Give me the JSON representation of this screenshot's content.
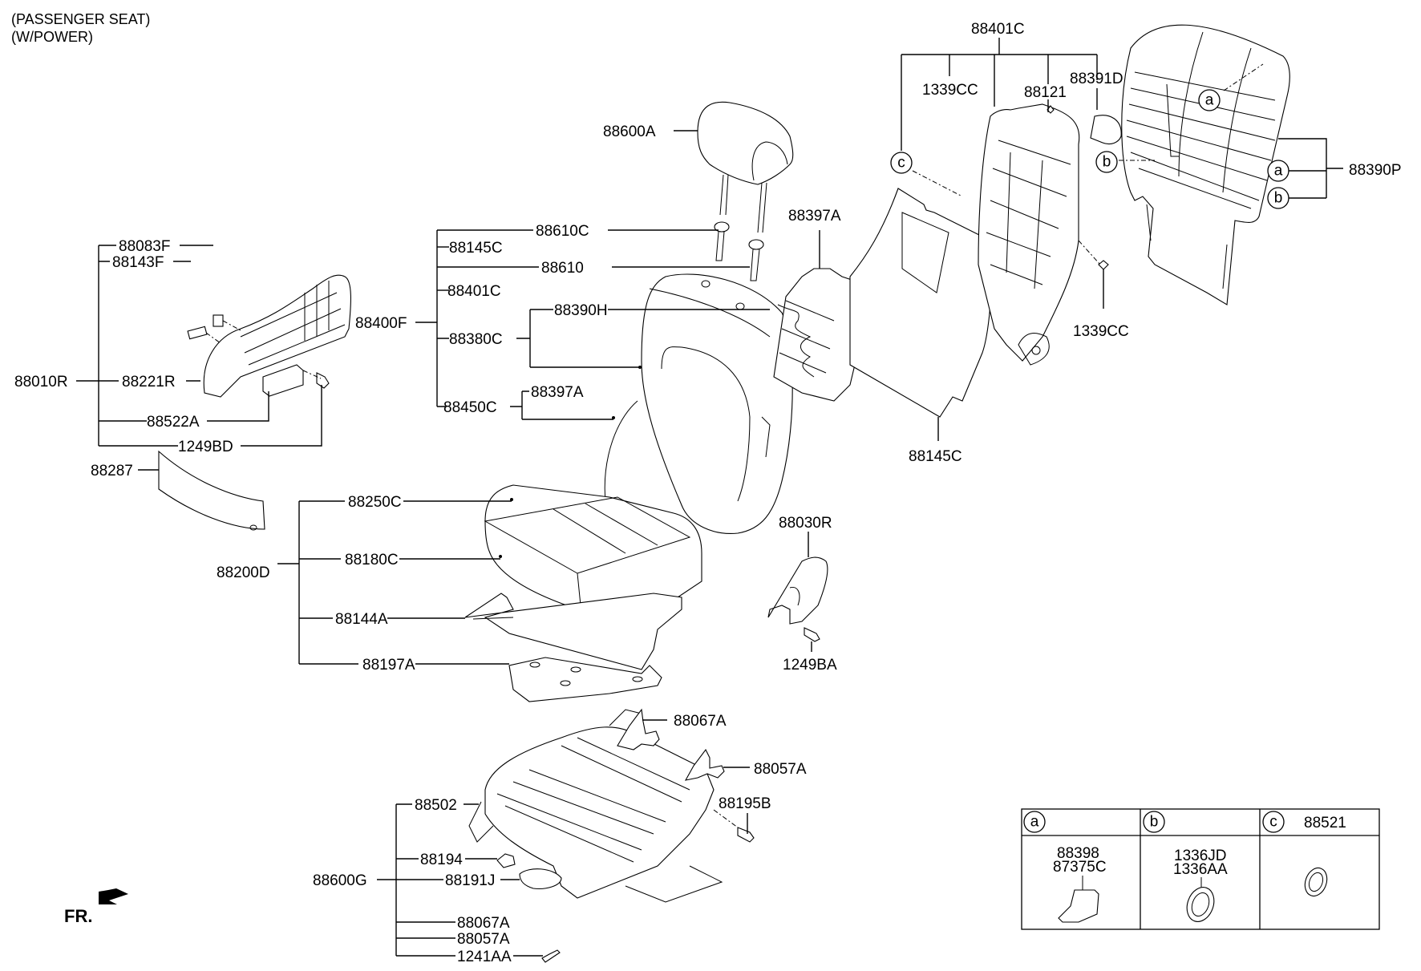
{
  "header": {
    "line1": "(PASSENGER SEAT)",
    "line2": "(W/POWER)"
  },
  "orientation": {
    "label": "FR.",
    "icon": "front-arrow-icon"
  },
  "groups": {
    "side_shield": {
      "parent": "88010R",
      "children": [
        "88083F",
        "88143F",
        "88221R",
        "88522A",
        "1249BD"
      ]
    },
    "back_assembly": {
      "parent": "88400F",
      "children": [
        "88610C",
        "88145C",
        "88610",
        "88401C",
        "88380C",
        "88450C"
      ],
      "sub_88380C": [
        "88390H"
      ],
      "sub_88450C": [
        "88397A"
      ]
    },
    "cushion_assembly": {
      "parent": "88200D",
      "children": [
        "88250C",
        "88180C",
        "88144A",
        "88197A"
      ]
    },
    "track_assembly": {
      "parent": "88600G",
      "children": [
        "88502",
        "88194",
        "88191J",
        "88067A",
        "88057A",
        "1241AA"
      ]
    },
    "frame_88401C": {
      "parent": "88401C",
      "children": [
        "c",
        "1339CC",
        "88121",
        "88391D"
      ]
    },
    "back_board_88390P": {
      "parent": "88390P",
      "children": [
        "a",
        "b"
      ]
    }
  },
  "labels": {
    "p88600A": "88600A",
    "p88287": "88287",
    "p88397A_top": "88397A",
    "p88145C_bottom": "88145C",
    "p1339CC_right": "1339CC",
    "p88030R": "88030R",
    "p1249BA": "1249BA",
    "p88067A_top": "88067A",
    "p88057A_top": "88057A",
    "p88195B": "88195B"
  },
  "callouts": {
    "a": "a",
    "b": "b",
    "c": "c"
  },
  "legend_table": {
    "columns": [
      {
        "key": "a",
        "header_part": "",
        "parts": [
          "88398",
          "87375C"
        ]
      },
      {
        "key": "b",
        "header_part": "",
        "parts": [
          "1336JD",
          "1336AA"
        ]
      },
      {
        "key": "c",
        "header_part": "88521",
        "parts": []
      }
    ]
  }
}
